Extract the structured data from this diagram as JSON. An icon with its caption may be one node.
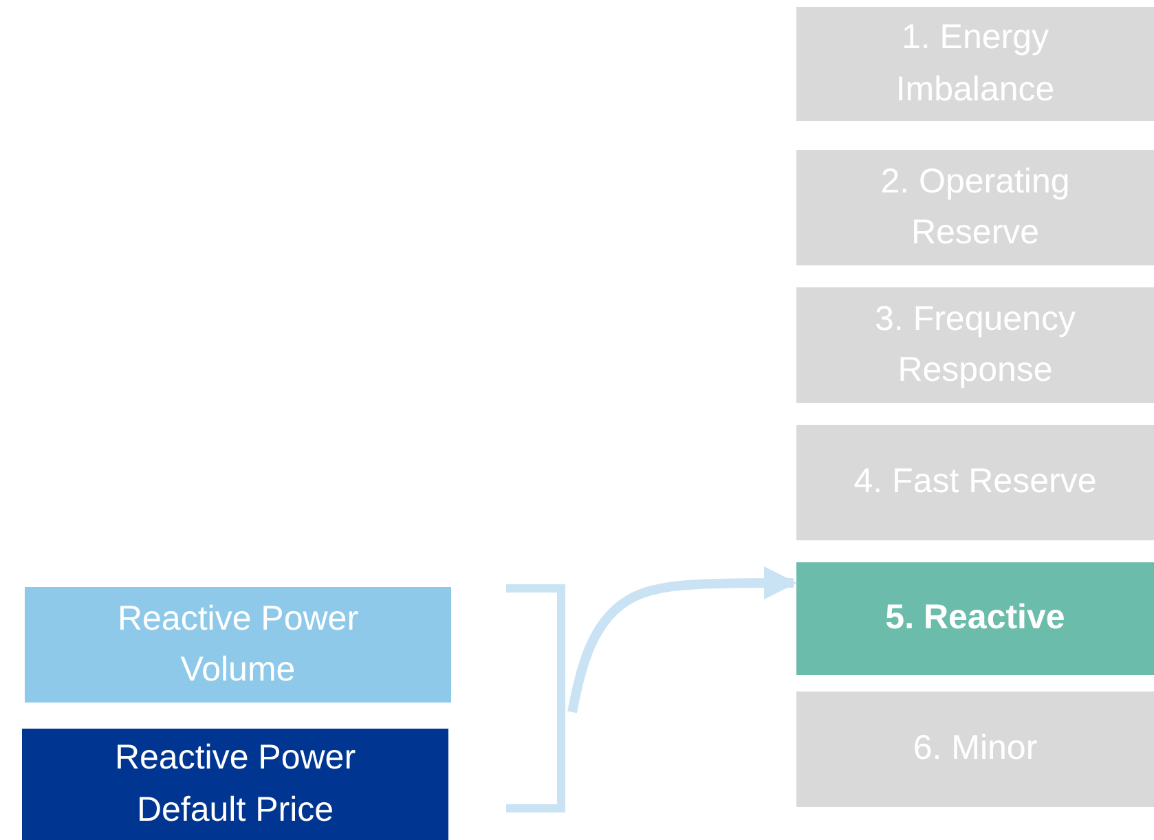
{
  "diagram": {
    "nodes": [
      {
        "text": [
          "1. Energy Imbalance"
        ]
      },
      {
        "text": [
          "2. Operating Reserve"
        ]
      },
      {
        "text": [
          "3. Frequency Response"
        ]
      },
      {
        "text": [
          "4. Fast Reserve"
        ]
      },
      {
        "text": [
          "5. Reactive"
        ]
      },
      {
        "text": [
          "6. Minor"
        ]
      },
      {
        "text": [
          "Reactive Power Volume"
        ]
      },
      {
        "text": [
          "Reactive Power Default Price"
        ]
      },
      {
        "text": [],
        "shape": "bracket"
      }
    ],
    "edges": [
      {
        "from": 8,
        "to": 4,
        "arrow": "to",
        "color": "#c9e3f4"
      }
    ]
  }
}
